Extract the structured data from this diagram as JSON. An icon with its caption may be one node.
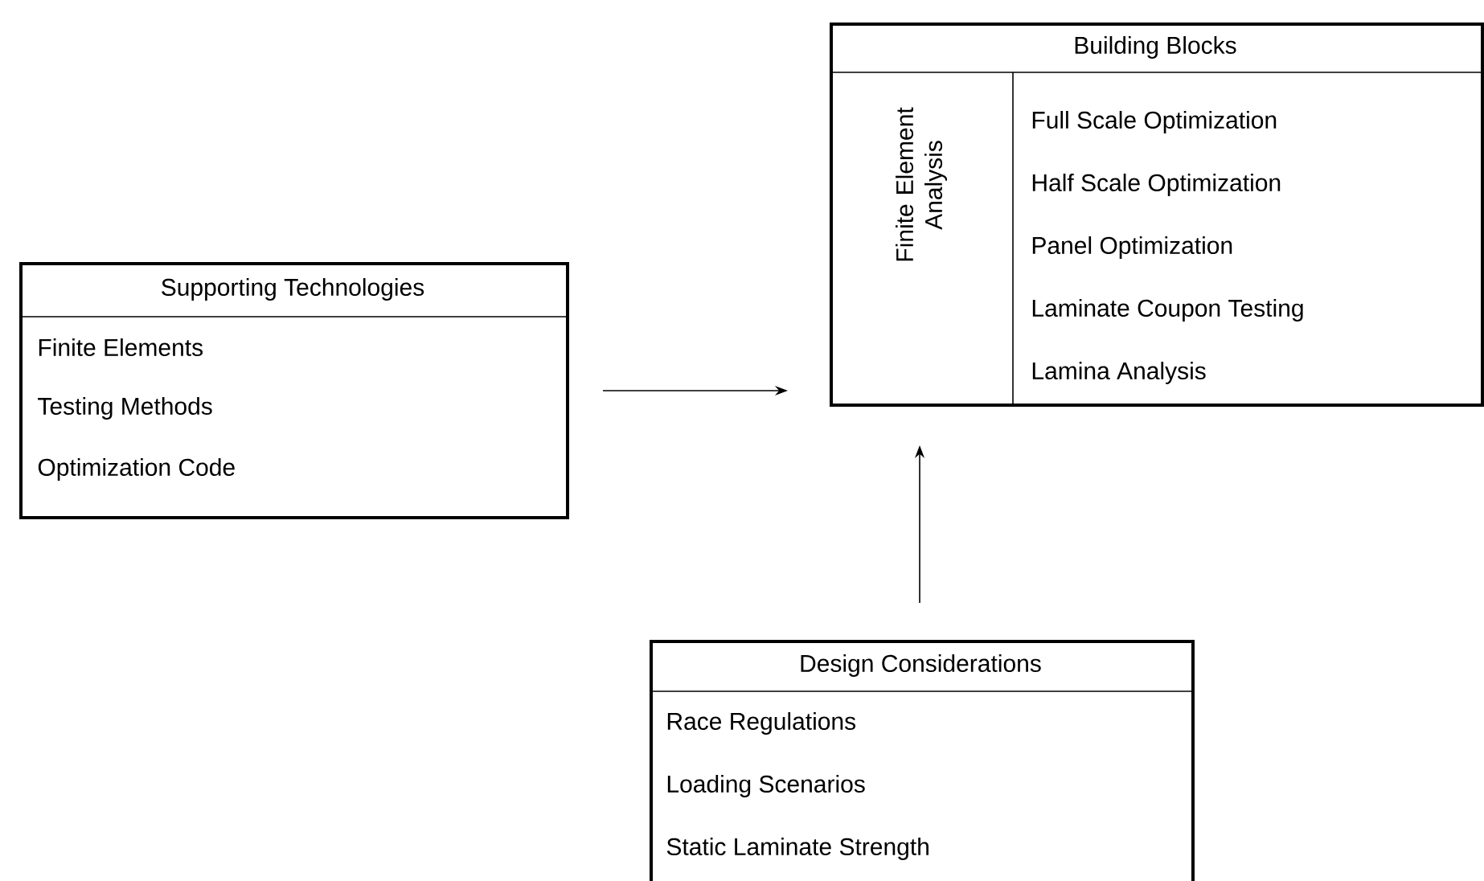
{
  "diagram": {
    "nodes": [
      {
        "text": [
          "Building Blocks",
          "Finite Element Analysis",
          "Full Scale Optimization",
          "Half Scale Optimization",
          "Panel Optimization",
          "Laminate Coupon Testing",
          "Lamina Analysis"
        ]
      },
      {
        "text": [
          "Supporting Technologies",
          "Finite Elements",
          "Testing Methods",
          "Optimization Code"
        ]
      },
      {
        "text": [
          "Design Considerations",
          "Race Regulations",
          "Loading Scenarios",
          "Static Laminate Strength"
        ]
      }
    ],
    "edges": [
      {
        "from": 1,
        "to": 0,
        "arrow": "to"
      },
      {
        "from": 2,
        "to": 0,
        "arrow": "to"
      }
    ]
  }
}
